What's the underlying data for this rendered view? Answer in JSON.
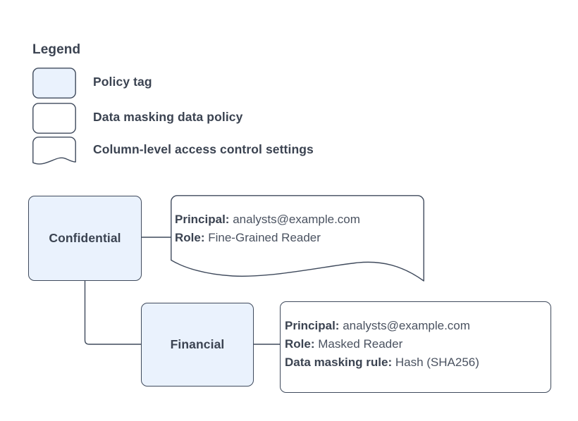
{
  "legend": {
    "title": "Legend",
    "items": [
      {
        "shape": "rounded-rect-filled",
        "label": "Policy tag"
      },
      {
        "shape": "rounded-rect-outline",
        "label": "Data masking data policy"
      },
      {
        "shape": "wavy-bottom-document",
        "label": "Column-level access control settings"
      }
    ]
  },
  "diagram": {
    "nodes": [
      {
        "id": "confidential",
        "label": "Confidential",
        "shape": "policy-tag"
      },
      {
        "id": "financial",
        "label": "Financial",
        "shape": "policy-tag"
      }
    ],
    "callouts": [
      {
        "id": "confidential-access",
        "shape": "wavy-bottom-document",
        "lines": [
          {
            "key": "Principal:",
            "value": "analysts@example.com"
          },
          {
            "key": "Role:",
            "value": "Fine-Grained Reader"
          }
        ]
      },
      {
        "id": "financial-masking",
        "shape": "rounded-rect-outline",
        "lines": [
          {
            "key": "Principal:",
            "value": "analysts@example.com"
          },
          {
            "key": "Role:",
            "value": "Masked Reader"
          },
          {
            "key": "Data masking rule:",
            "value": "Hash (SHA256)"
          }
        ]
      }
    ],
    "edges": [
      {
        "from": "confidential",
        "to": "confidential-access"
      },
      {
        "from": "confidential",
        "to": "financial"
      },
      {
        "from": "financial",
        "to": "financial-masking"
      }
    ]
  },
  "colors": {
    "policy_tag_fill": "#eaf2fd",
    "stroke": "#3f4a5c",
    "text": "#3b4351",
    "value_text": "#4a5260",
    "background": "#ffffff"
  }
}
